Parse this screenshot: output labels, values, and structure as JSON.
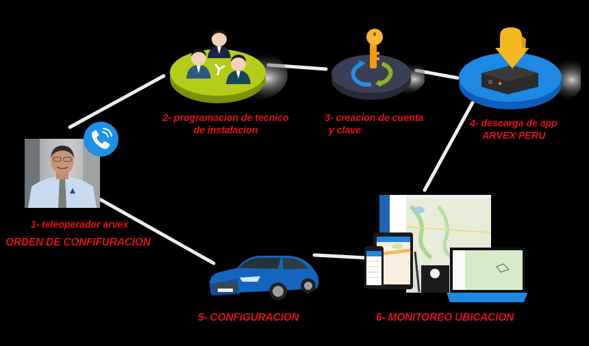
{
  "diagram": {
    "type": "process-flow",
    "background": "#000000",
    "label_color": "#e0121b",
    "connector_color": "#eeeeee",
    "steps": [
      {
        "id": 1,
        "line1": "1- teleoperador arvex",
        "line2": "ORDEN DE CONFIFURACION",
        "icon": "operator-photo-icon",
        "badge": "phone-call-icon"
      },
      {
        "id": 2,
        "line1": "2- programacion de tecnico",
        "line2": "de instalacion",
        "icon": "team-hub-icon"
      },
      {
        "id": 3,
        "line1": "3- creacion de cuenta",
        "line2": "y clave",
        "icon": "key-refresh-icon"
      },
      {
        "id": 4,
        "line1": "4-  descarga de app",
        "line2": "ARVEX PERU",
        "icon": "download-device-icon"
      },
      {
        "id": 5,
        "line1": "5- CONFIGURACION",
        "icon": "car-icon"
      },
      {
        "id": 6,
        "line1": "6- MONITOREO UBICACION",
        "icon": "multi-device-map-icon"
      }
    ],
    "connections": [
      {
        "from": 1,
        "to": 2
      },
      {
        "from": 2,
        "to": 3
      },
      {
        "from": 3,
        "to": 4
      },
      {
        "from": 4,
        "to": 6
      },
      {
        "from": 1,
        "to": 5
      },
      {
        "from": 5,
        "to": 6
      }
    ],
    "colors": {
      "hub_green": "#b5cc18",
      "platform_dark": "#3a3f55",
      "platform_blue": "#1e88e5",
      "key_orange": "#f7a823",
      "car_blue": "#1565c0",
      "phone_badge_blue": "#1e90e6"
    }
  }
}
